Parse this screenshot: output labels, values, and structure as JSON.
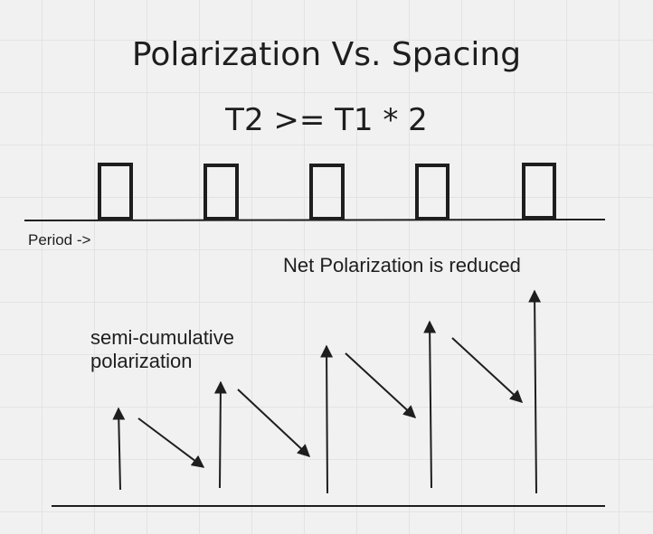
{
  "title": "Polarization Vs. Spacing",
  "formula": "T2 >= T1 * 2",
  "period_label": "Period ->",
  "net_label": "Net Polarization is reduced",
  "semi_label": "semi-cumulative polarization",
  "pulse_count": 5,
  "line_color": "#1e1e1e"
}
